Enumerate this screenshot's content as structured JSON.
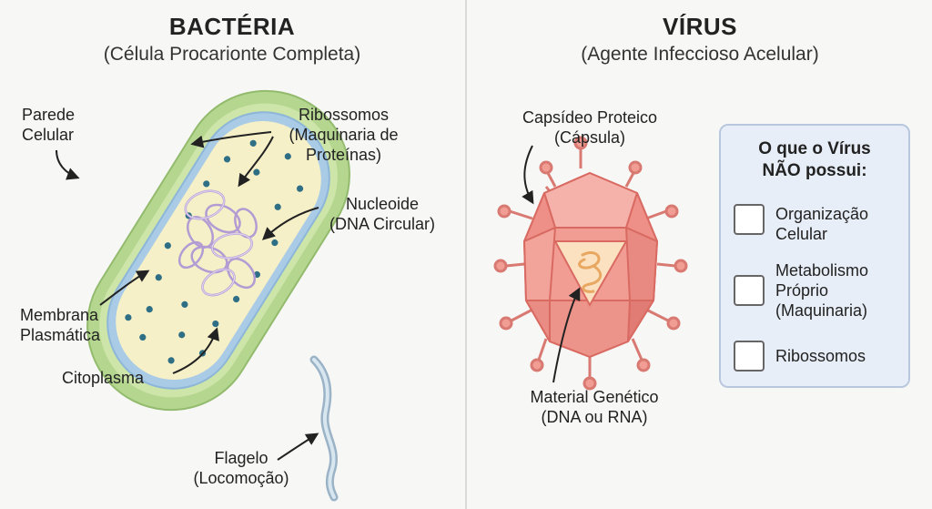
{
  "bacteria": {
    "title": "BACTÉRIA",
    "subtitle": "(Célula Procarionte Completa)",
    "labels": {
      "parede_line1": "Parede",
      "parede_line2": "Celular",
      "ribossomos_line1": "Ribossomos",
      "ribossomos_line2": "(Maquinaria de",
      "ribossomos_line3": "Proteínas)",
      "nucleoide_line1": "Nucleoide",
      "nucleoide_line2": "(DNA Circular)",
      "membrana_line1": "Membrana",
      "membrana_line2": "Plasmática",
      "citoplasma": "Citoplasma",
      "flagelo_line1": "Flagelo",
      "flagelo_line2": "(Locomoção)"
    },
    "colors": {
      "wall": "#b5d68f",
      "membrane": "#a9cbe6",
      "cytoplasm": "#f5f0c8",
      "ribosome": "#2f6f86",
      "dna": "#c7b3e0"
    }
  },
  "virus": {
    "title": "VÍRUS",
    "subtitle": "(Agente Infeccioso Acelular)",
    "labels": {
      "capsideo_line1": "Capsídeo Proteico",
      "capsideo_line2": "(Cápsula)",
      "material_line1": "Material Genético",
      "material_line2": "(DNA ou RNA)"
    },
    "colors": {
      "capsid": "#f19d94",
      "capsid_dark": "#d96a62",
      "core": "#fbe1c0",
      "rna": "#e8a862"
    }
  },
  "missing_box": {
    "title_line1": "O que o Vírus",
    "title_line2": "NÃO possui:",
    "items": [
      {
        "line1": "Organização",
        "line2": "Celular",
        "line3": ""
      },
      {
        "line1": "Metabolismo",
        "line2": "Próprio",
        "line3": "(Maquinaria)"
      },
      {
        "line1": "Ribossomos",
        "line2": "",
        "line3": ""
      }
    ],
    "icon": "x-mark-icon",
    "x_color": "#d0403c"
  }
}
